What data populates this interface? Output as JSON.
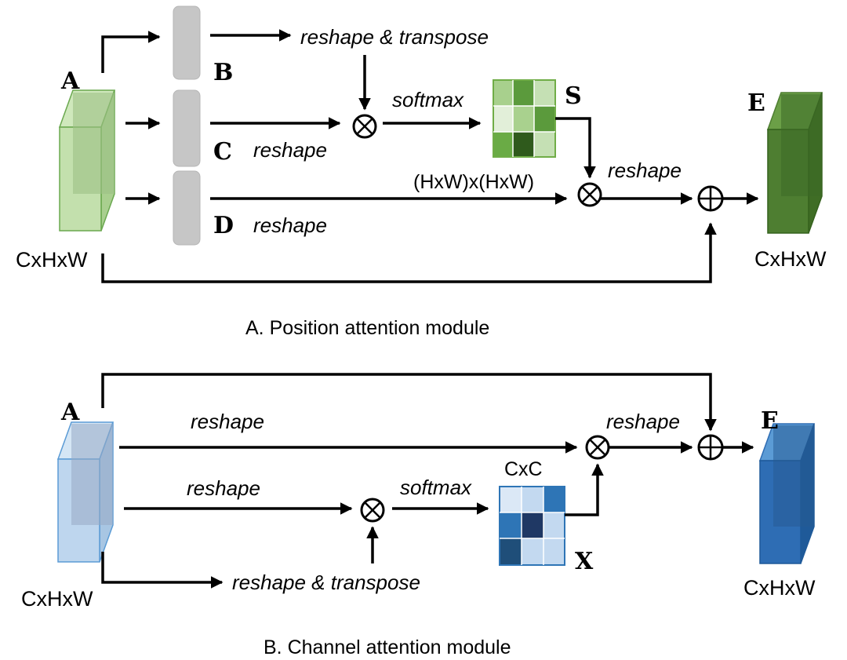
{
  "position_module": {
    "caption": "A. Position attention module",
    "input_label": "A",
    "input_dims": "CxHxW",
    "b_label": "B",
    "c_label": "C",
    "d_label": "D",
    "s_label": "S",
    "output_label": "E",
    "output_dims": "CxHxW",
    "reshape_transpose": "reshape & transpose",
    "softmax": "softmax",
    "reshape_c": "reshape",
    "reshape_d": "reshape",
    "reshape_out": "reshape",
    "hw_dims": "(HxW)x(HxW)",
    "colors": {
      "input": "#a9cf8f",
      "output": "#4e7e31",
      "conv": "#c6c6c6"
    }
  },
  "channel_module": {
    "caption": "B. Channel attention module",
    "input_label": "A",
    "input_dims": "CxHxW",
    "x_label": "X",
    "cc_label": "CxC",
    "output_label": "E",
    "output_dims": "CxHxW",
    "reshape_top": "reshape",
    "reshape_mid": "reshape",
    "reshape_transpose": "reshape & transpose",
    "softmax": "softmax",
    "reshape_out": "reshape",
    "colors": {
      "input": "#a8c6e3",
      "output": "#2e6db4"
    }
  }
}
